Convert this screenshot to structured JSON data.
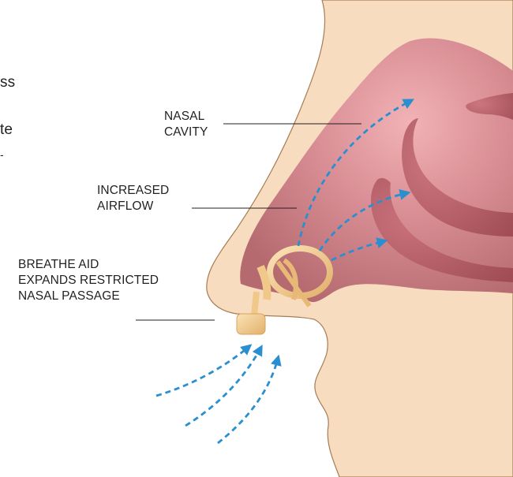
{
  "colors": {
    "skin": "#f8dcc0",
    "skin_outline": "#a67c52",
    "cavity_outer": "#b56a70",
    "cavity_inner": "#d98f95",
    "turbinate": "#b0575f",
    "airflow_arrow": "#2a8fd1",
    "device": "#f0c98a",
    "leader_line": "#231f20"
  },
  "cut_off_text": {
    "line1": "ss",
    "line2": "te",
    "line3": "-"
  },
  "labels": {
    "nasal_cavity": [
      "NASAL",
      "CAVITY"
    ],
    "increased_airflow": [
      "INCREASED",
      "AIRFLOW"
    ],
    "breathe_aid": [
      "BREATHE AID",
      "EXPANDS RESTRICTED",
      "NASAL PASSAGE"
    ]
  },
  "arrows": {
    "icon": "dashed-airflow-arrow",
    "count_inside": 3,
    "count_incoming": 3
  }
}
